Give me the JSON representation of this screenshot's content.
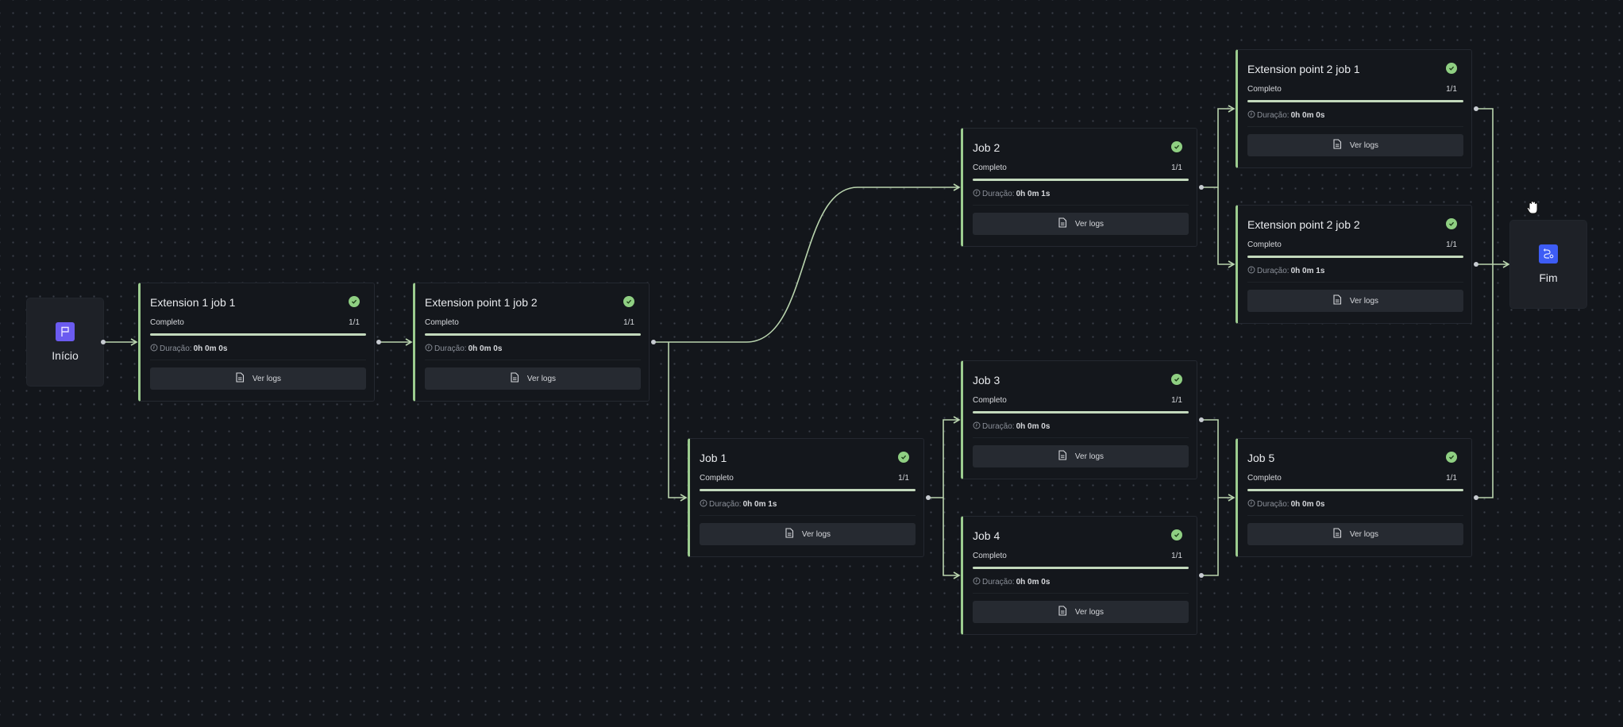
{
  "canvas": {
    "edge_color": "#b9d4ae",
    "accent_green": "#9ccc8f",
    "check_color": "#8fcf82"
  },
  "start_node": {
    "label": "Início",
    "icon": "flag-icon",
    "icon_color": "#6b5bf0"
  },
  "end_node": {
    "label": "Fim",
    "icon": "route-icon",
    "icon_color": "#3d5cf5"
  },
  "jobs": [
    {
      "id": "ext1job1",
      "title": "Extension 1 job 1",
      "status": "Completo",
      "count": "1/1",
      "progress_pct": 100,
      "duration_label": "Duração:",
      "duration": "0h 0m 0s",
      "logs_label": "Ver logs",
      "state": "success"
    },
    {
      "id": "extpt1job2",
      "title": "Extension point 1 job 2",
      "status": "Completo",
      "count": "1/1",
      "progress_pct": 100,
      "duration_label": "Duração:",
      "duration": "0h 0m 0s",
      "logs_label": "Ver logs",
      "state": "success"
    },
    {
      "id": "job2",
      "title": "Job 2",
      "status": "Completo",
      "count": "1/1",
      "progress_pct": 100,
      "duration_label": "Duração:",
      "duration": "0h 0m 1s",
      "logs_label": "Ver logs",
      "state": "success"
    },
    {
      "id": "job1",
      "title": "Job 1",
      "status": "Completo",
      "count": "1/1",
      "progress_pct": 100,
      "duration_label": "Duração:",
      "duration": "0h 0m 1s",
      "logs_label": "Ver logs",
      "state": "success"
    },
    {
      "id": "job3",
      "title": "Job 3",
      "status": "Completo",
      "count": "1/1",
      "progress_pct": 100,
      "duration_label": "Duração:",
      "duration": "0h 0m 0s",
      "logs_label": "Ver logs",
      "state": "success"
    },
    {
      "id": "job4",
      "title": "Job 4",
      "status": "Completo",
      "count": "1/1",
      "progress_pct": 100,
      "duration_label": "Duração:",
      "duration": "0h 0m 0s",
      "logs_label": "Ver logs",
      "state": "success"
    },
    {
      "id": "extpt2job1",
      "title": "Extension point 2 job 1",
      "status": "Completo",
      "count": "1/1",
      "progress_pct": 100,
      "duration_label": "Duração:",
      "duration": "0h 0m 0s",
      "logs_label": "Ver logs",
      "state": "success"
    },
    {
      "id": "extpt2job2",
      "title": "Extension point 2 job 2",
      "status": "Completo",
      "count": "1/1",
      "progress_pct": 100,
      "duration_label": "Duração:",
      "duration": "0h 0m 1s",
      "logs_label": "Ver logs",
      "state": "success"
    },
    {
      "id": "job5",
      "title": "Job 5",
      "status": "Completo",
      "count": "1/1",
      "progress_pct": 100,
      "duration_label": "Duração:",
      "duration": "0h 0m 0s",
      "logs_label": "Ver logs",
      "state": "success"
    }
  ],
  "edges": [
    [
      "start",
      "ext1job1"
    ],
    [
      "ext1job1",
      "extpt1job2"
    ],
    [
      "extpt1job2",
      "job2"
    ],
    [
      "extpt1job2",
      "job1"
    ],
    [
      "job1",
      "job3"
    ],
    [
      "job1",
      "job4"
    ],
    [
      "job2",
      "extpt2job1"
    ],
    [
      "job2",
      "extpt2job2"
    ],
    [
      "job3",
      "job5"
    ],
    [
      "job4",
      "job5"
    ],
    [
      "extpt2job1",
      "end"
    ],
    [
      "extpt2job2",
      "end"
    ],
    [
      "job5",
      "end"
    ]
  ]
}
